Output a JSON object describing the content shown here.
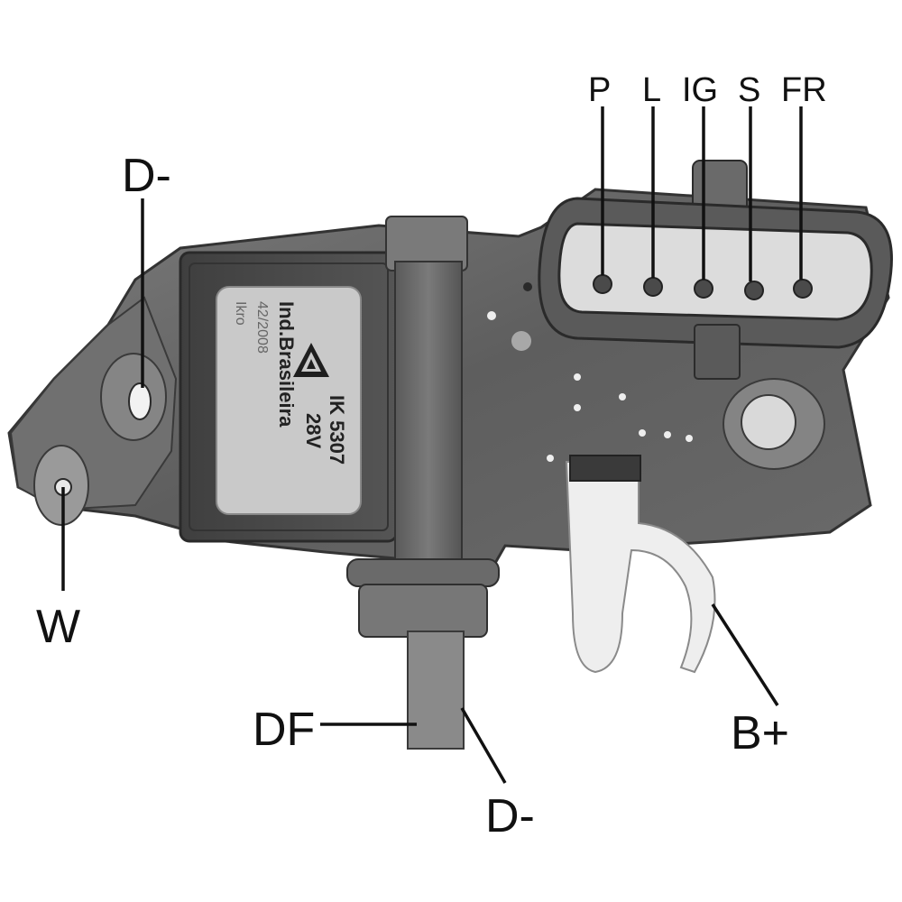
{
  "labels": {
    "d_minus_top": "D-",
    "w": "W",
    "df": "DF",
    "d_minus_bottom": "D-",
    "b_plus": "B+",
    "p": "P",
    "l": "L",
    "ig": "IG",
    "s": "S",
    "fr": "FR"
  },
  "sticker": {
    "brand": "Ikro",
    "code": "IK 5307",
    "date": "42/2008",
    "voltage": "28V",
    "origin": "Ind.Brasileira"
  },
  "colors": {
    "body_dark": "#4a4a4a",
    "body_mid": "#6e6e6e",
    "body_light": "#8f8f8f",
    "sticker": "#c9c9c9",
    "terminal_white": "#eeeeee"
  }
}
